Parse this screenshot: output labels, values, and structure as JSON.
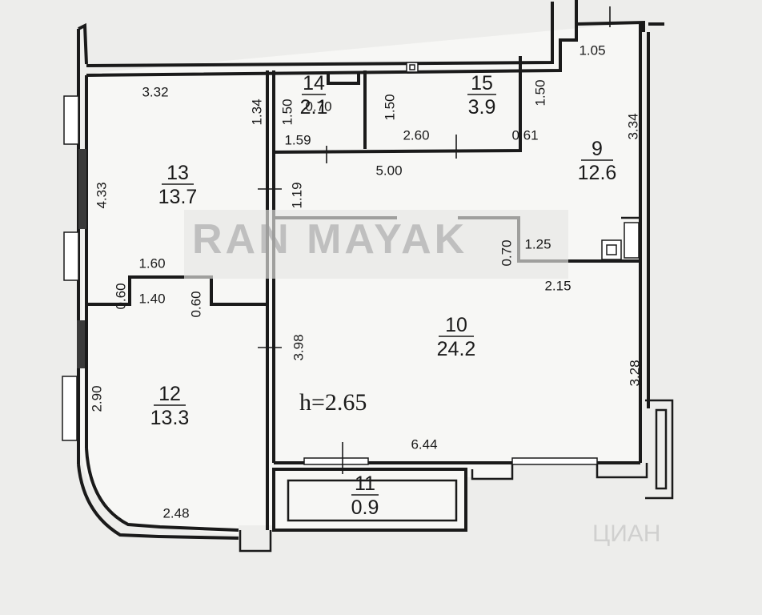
{
  "plan": {
    "rooms": [
      {
        "id": "9",
        "number": "9",
        "area": "12.6"
      },
      {
        "id": "10",
        "number": "10",
        "area": "24.2"
      },
      {
        "id": "11",
        "number": "11",
        "area": "0.9"
      },
      {
        "id": "12",
        "number": "12",
        "area": "13.3"
      },
      {
        "id": "13",
        "number": "13",
        "area": "13.7"
      },
      {
        "id": "14",
        "number": "14",
        "area": "2.1"
      },
      {
        "id": "15",
        "number": "15",
        "area": "3.9"
      }
    ],
    "dimensions": [
      "1.05",
      "3.32",
      "1.34",
      "1.50",
      "0.70",
      "1.59",
      "1.50",
      "2.60",
      "1.50",
      "0.61",
      "3.34",
      "5.00",
      "4.33",
      "1.19",
      "0.70",
      "1.25",
      "1.60",
      "2.15",
      "0.60",
      "1.40",
      "0.60",
      "3.98",
      "3.28",
      "2.90",
      "6.44",
      "2.48"
    ],
    "ceiling_height": "h=2.65",
    "watermark": "RAN MAYAK",
    "source_mark": "ЦИАН"
  }
}
